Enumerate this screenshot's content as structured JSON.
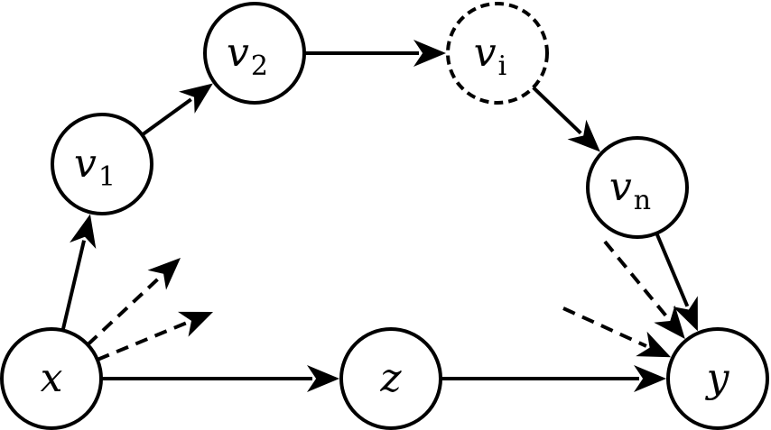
{
  "diagram": {
    "nodes": [
      {
        "id": "x",
        "label": "x",
        "sub": "",
        "style": "solid"
      },
      {
        "id": "v1",
        "label": "v",
        "sub": "1",
        "style": "solid"
      },
      {
        "id": "v2",
        "label": "v",
        "sub": "2",
        "style": "solid"
      },
      {
        "id": "vi",
        "label": "v",
        "sub": "i",
        "style": "dashed"
      },
      {
        "id": "vn",
        "label": "v",
        "sub": "n",
        "style": "solid"
      },
      {
        "id": "z",
        "label": "z",
        "sub": "",
        "style": "solid"
      },
      {
        "id": "y",
        "label": "y",
        "sub": "",
        "style": "solid"
      }
    ],
    "edges": [
      {
        "from": "x",
        "to": "v1",
        "style": "solid"
      },
      {
        "from": "v1",
        "to": "v2",
        "style": "solid"
      },
      {
        "from": "v2",
        "to": "vi",
        "style": "solid"
      },
      {
        "from": "vi",
        "to": "vn",
        "style": "solid"
      },
      {
        "from": "vn",
        "to": "y",
        "style": "solid"
      },
      {
        "from": "x",
        "to": "z",
        "style": "solid"
      },
      {
        "from": "z",
        "to": "y",
        "style": "solid"
      },
      {
        "from": "x",
        "to": null,
        "style": "dashed"
      },
      {
        "from": "x",
        "to": null,
        "style": "dashed"
      },
      {
        "from": null,
        "to": "y",
        "style": "dashed"
      },
      {
        "from": null,
        "to": "y",
        "style": "dashed"
      }
    ],
    "colors": {
      "stroke": "#000000",
      "fill": "#ffffff"
    }
  }
}
